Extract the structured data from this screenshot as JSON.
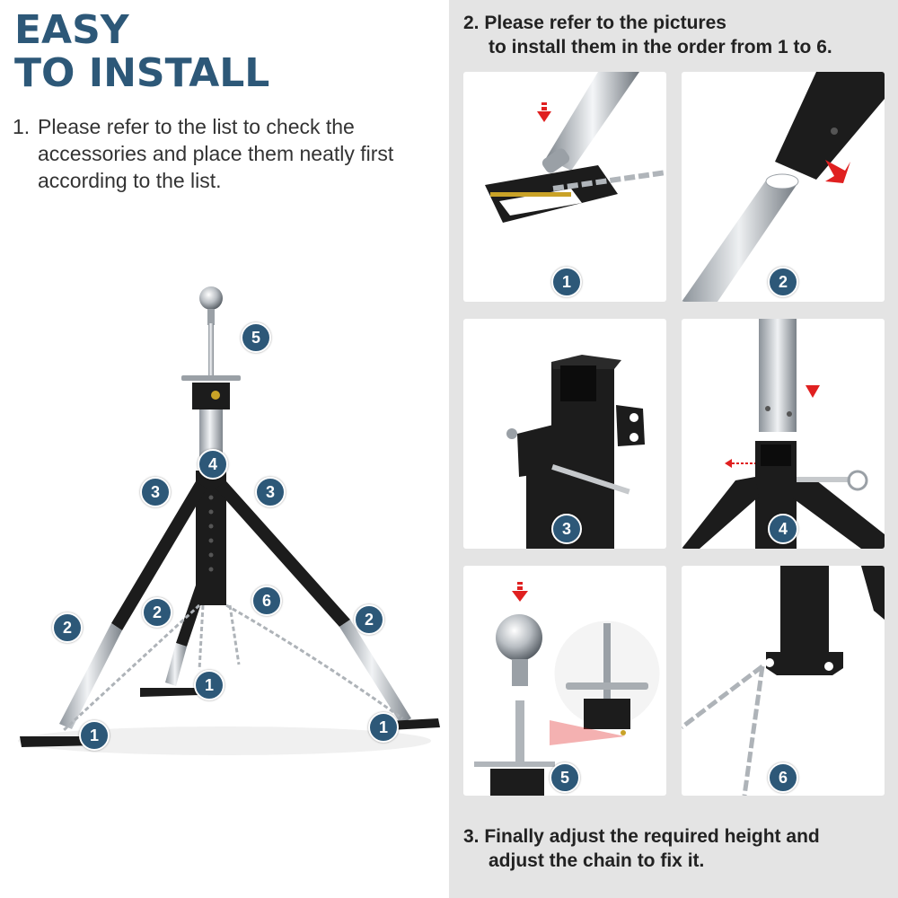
{
  "heading": {
    "line1": "EASY",
    "line2": "TO INSTALL"
  },
  "step1": {
    "number": "1.",
    "text": "Please refer to the list to check the accessories and place them neatly first according to the list."
  },
  "step2": {
    "line1": "2. Please refer to the pictures",
    "line2": "to install them in the order from 1 to 6."
  },
  "step3": {
    "line1": "3. Finally adjust the required height and",
    "line2": "adjust the chain to fix it."
  },
  "main_labels": {
    "ball": "5",
    "top": "4",
    "bracket_left": "3",
    "bracket_right": "3",
    "leg_left": "2",
    "leg_center": "2",
    "leg_right": "2",
    "chain": "6",
    "foot_left": "1",
    "foot_center": "1",
    "foot_right": "1"
  },
  "panels": [
    {
      "id": "1",
      "label": "1"
    },
    {
      "id": "2",
      "label": "2"
    },
    {
      "id": "3",
      "label": "3"
    },
    {
      "id": "4",
      "label": "4"
    },
    {
      "id": "5",
      "label": "5"
    },
    {
      "id": "6",
      "label": "6"
    }
  ],
  "colors": {
    "accent": "#2d5878",
    "panel_bg": "#e4e4e4",
    "arrow": "#e02020",
    "metal_dark": "#1c1c1c",
    "chrome": "#c8ccd0"
  }
}
